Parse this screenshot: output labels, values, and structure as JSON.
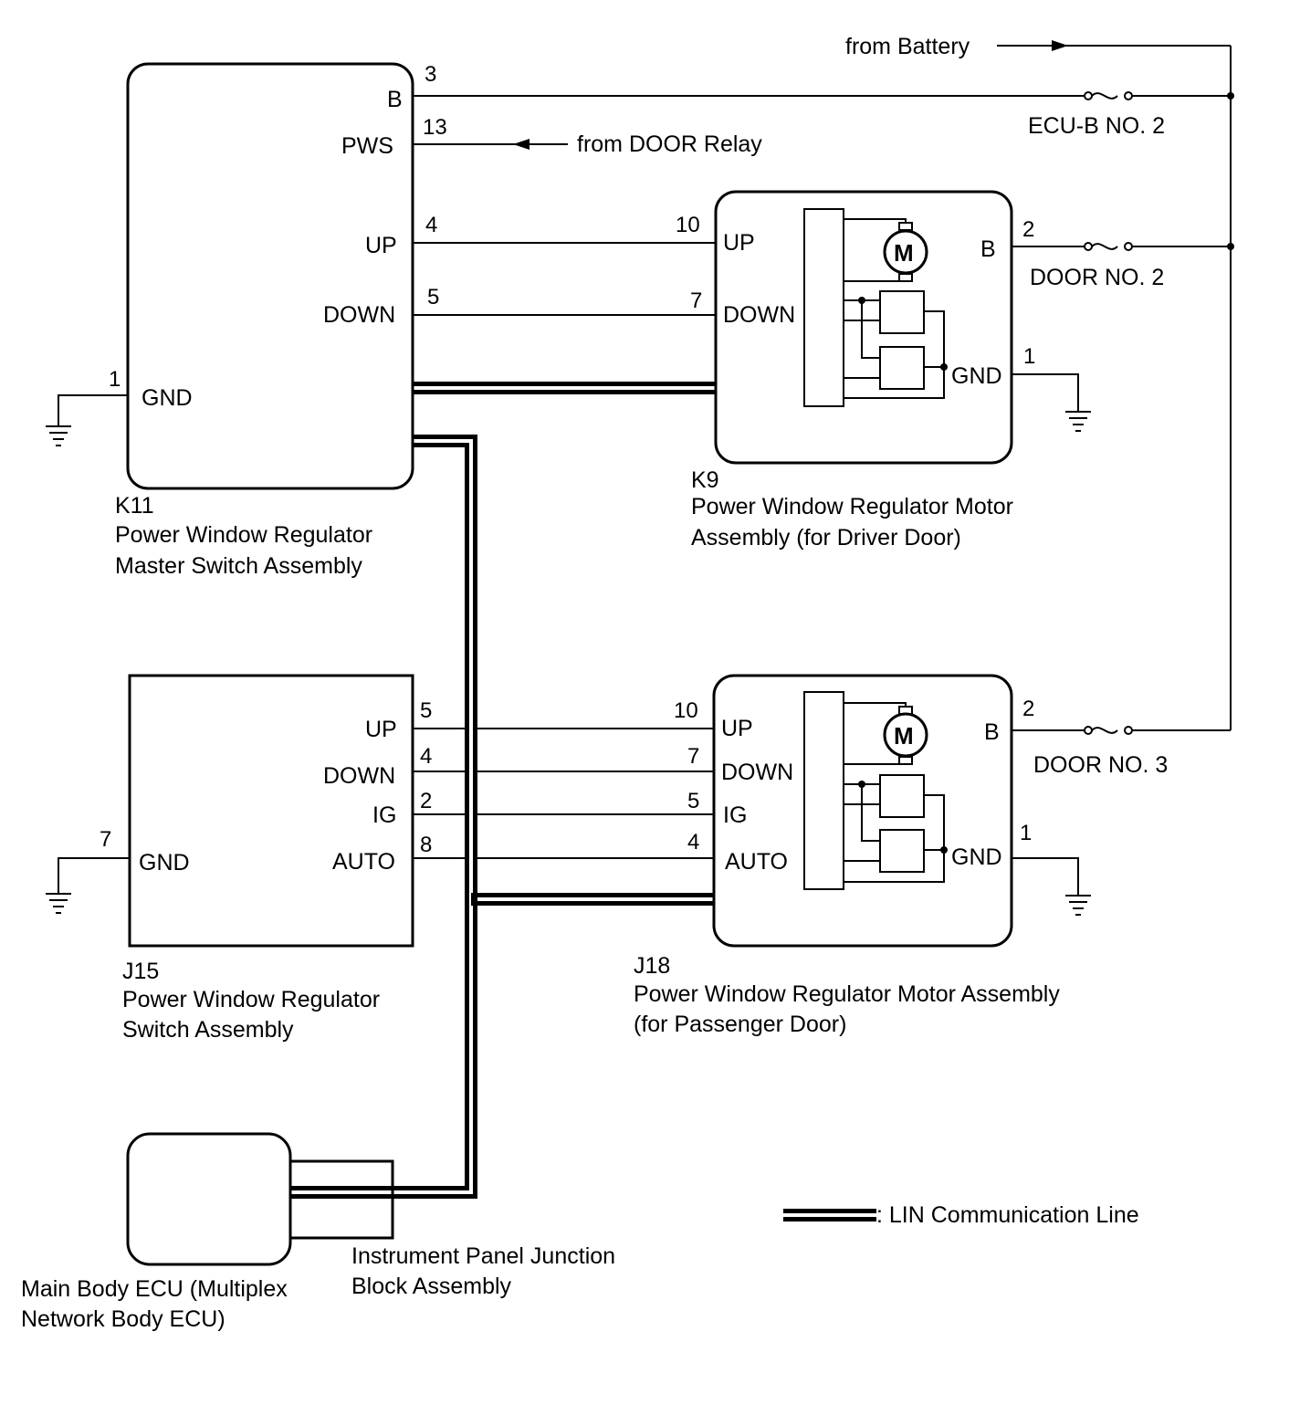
{
  "power": {
    "from_battery": "from Battery",
    "from_door_relay": "from DOOR Relay",
    "fuses": {
      "ecu_b": "ECU-B NO. 2",
      "door2": "DOOR NO. 2",
      "door3": "DOOR NO. 3"
    }
  },
  "k11": {
    "id": "K11",
    "name_line1": "Power Window Regulator",
    "name_line2": "Master Switch Assembly",
    "terminals": {
      "b": {
        "label": "B",
        "pin": "3"
      },
      "pws": {
        "label": "PWS",
        "pin": "13"
      },
      "up": {
        "label": "UP",
        "pin": "4"
      },
      "down": {
        "label": "DOWN",
        "pin": "5"
      },
      "gnd": {
        "label": "GND",
        "pin": "1"
      }
    }
  },
  "k9": {
    "id": "K9",
    "name_line1": "Power Window Regulator Motor",
    "name_line2": "Assembly (for Driver Door)",
    "motor": "M",
    "terminals": {
      "up": {
        "label": "UP",
        "pin": "10"
      },
      "down": {
        "label": "DOWN",
        "pin": "7"
      },
      "b": {
        "label": "B",
        "pin": "2"
      },
      "gnd": {
        "label": "GND",
        "pin": "1"
      }
    }
  },
  "j15": {
    "id": "J15",
    "name_line1": "Power Window Regulator",
    "name_line2": "Switch Assembly",
    "terminals": {
      "up": {
        "label": "UP",
        "pin": "5"
      },
      "down": {
        "label": "DOWN",
        "pin": "4"
      },
      "ig": {
        "label": "IG",
        "pin": "2"
      },
      "auto": {
        "label": "AUTO",
        "pin": "8"
      },
      "gnd": {
        "label": "GND",
        "pin": "7"
      }
    }
  },
  "j18": {
    "id": "J18",
    "name_line1": "Power Window Regulator Motor Assembly",
    "name_line2": "(for Passenger Door)",
    "motor": "M",
    "terminals": {
      "up": {
        "label": "UP",
        "pin": "10"
      },
      "down": {
        "label": "DOWN",
        "pin": "7"
      },
      "ig": {
        "label": "IG",
        "pin": "5"
      },
      "auto": {
        "label": "AUTO",
        "pin": "4"
      },
      "b": {
        "label": "B",
        "pin": "2"
      },
      "gnd": {
        "label": "GND",
        "pin": "1"
      }
    }
  },
  "ecu": {
    "name_line1": "Main Body ECU (Multiplex",
    "name_line2": "Network Body ECU)"
  },
  "junction": {
    "name_line1": "Instrument Panel Junction",
    "name_line2": "Block Assembly"
  },
  "legend": {
    "lin_label": ": LIN Communication Line"
  }
}
